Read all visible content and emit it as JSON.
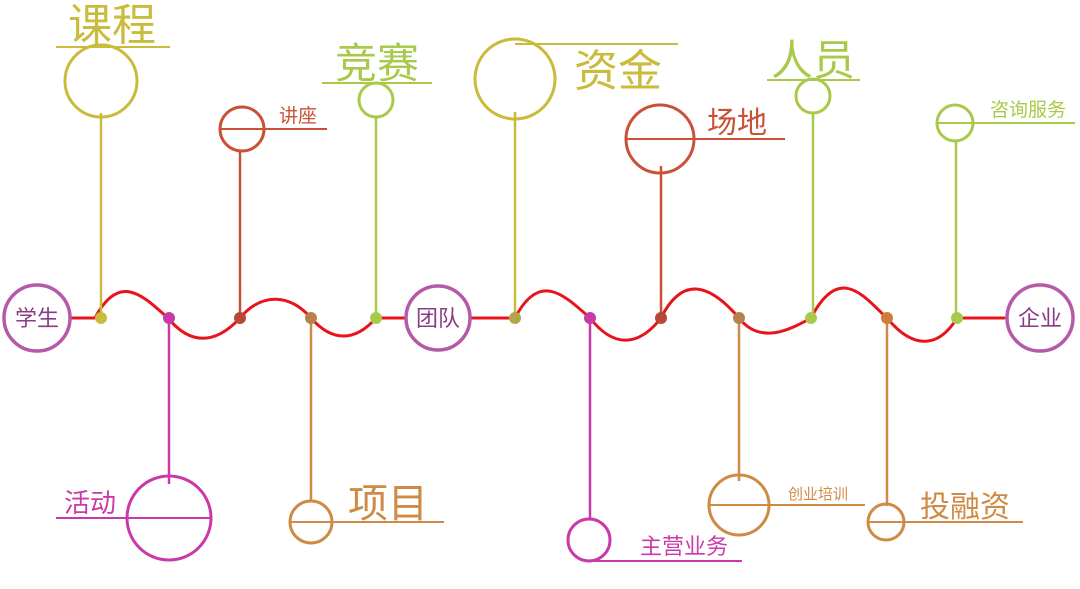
{
  "endpoints": {
    "student": "学生",
    "team": "团队",
    "enterprise": "企业"
  },
  "top_items": {
    "course": "课程",
    "lecture": "讲座",
    "competition": "竞赛",
    "funds": "资金",
    "venue": "场地",
    "personnel": "人员",
    "consulting": "咨询服务"
  },
  "bottom_items": {
    "activity": "活动",
    "project": "项目",
    "main_business": "主营业务",
    "startup_training": "创业培训",
    "investment_financing": "投融资"
  },
  "colors": {
    "timeline": "#e8141b",
    "endpoint": "#b45aa8",
    "olive": "#c9bb3c",
    "lime": "#a9c94a",
    "brick": "#c95236",
    "magenta": "#c93aa8",
    "orange": "#cf8a45"
  }
}
